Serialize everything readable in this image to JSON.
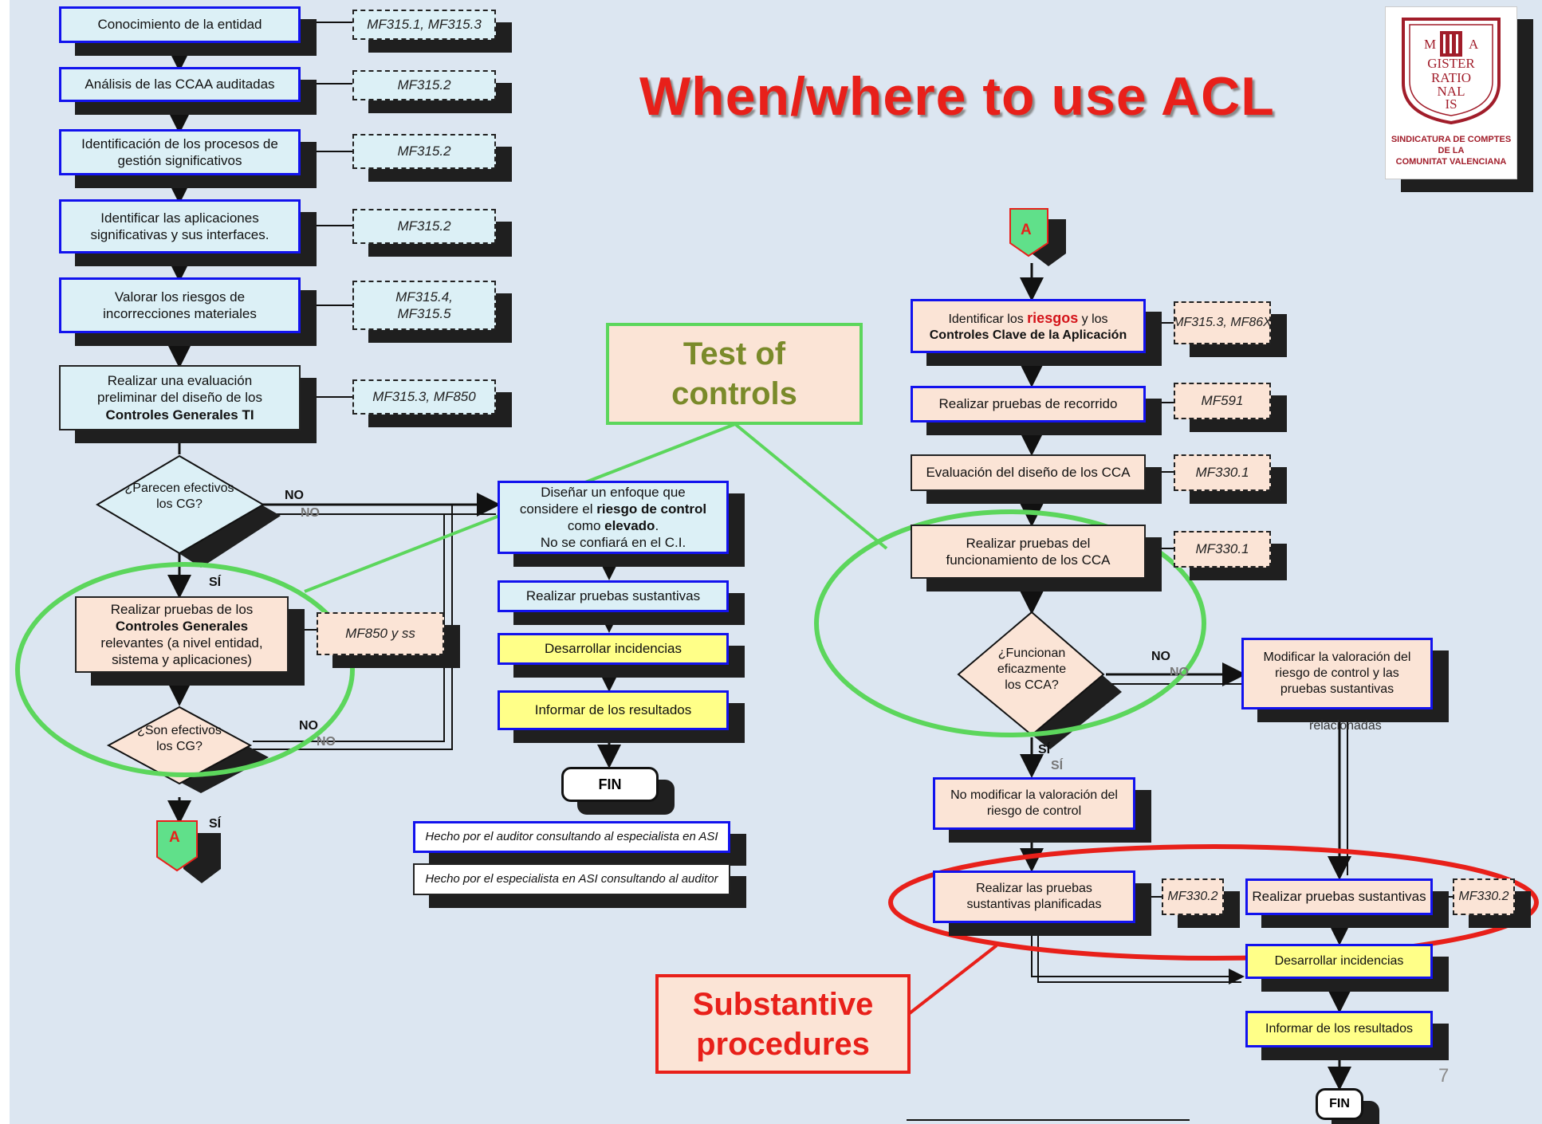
{
  "title": "When/where to use ACL",
  "logo": {
    "emblem_text": [
      "M",
      "A",
      "GISTER",
      "RATIO",
      "NAL",
      "IS"
    ],
    "caption_lines": [
      "SINDICATURA DE COMPTES",
      "DE LA",
      "COMUNITAT VALENCIANA"
    ]
  },
  "left_flow": {
    "steps": [
      "Conocimiento de la entidad",
      "Análisis de las CCAA auditadas",
      "Identificación de los procesos de gestión significativos",
      "Identificar las aplicaciones significativas y sus interfaces.",
      "Valorar los riesgos de incorrecciones materiales"
    ],
    "refs": [
      "MF315.1, MF315.3",
      "MF315.2",
      "MF315.2",
      "MF315.2",
      "MF315.4, MF315.5"
    ],
    "prelim_eval": {
      "line1": "Realizar una evaluación",
      "line2": "preliminar del diseño de los",
      "line3": "Controles Generales TI"
    },
    "prelim_ref": "MF315.3, MF850",
    "diamond1": "¿Parecen efectivos los CG?",
    "no": "NO",
    "si": "SÍ",
    "test_cg": {
      "line1": "Realizar pruebas de los",
      "line2": "Controles Generales",
      "line3": "relevantes  (a nivel entidad,",
      "line4": "sistema  y aplicaciones)"
    },
    "test_cg_ref": "MF850 y ss",
    "diamond2": "¿Son efectivos los CG?",
    "connector": "A"
  },
  "middle_flow": {
    "design": {
      "line1": "Diseñar un enfoque que",
      "line2a": "considere el ",
      "line2b": "riesgo de control",
      "line3a": "como ",
      "line3b": "elevado",
      "line3c": ".",
      "line4": "No se confiará en el C.I."
    },
    "substantive": "Realizar pruebas sustantivas",
    "incidences": "Desarrollar incidencias",
    "report": "Informar de los resultados",
    "end": "FIN",
    "legend_auditor": "Hecho por el auditor consultando al especialista en ASI",
    "legend_specialist": "Hecho por el especialista en ASI consultando al auditor"
  },
  "right_flow": {
    "connector": "A",
    "identify": {
      "line1a": "Identificar los ",
      "line1b": "riesgos",
      "line1c": " y los",
      "line2": "Controles Clave de la Aplicación"
    },
    "identify_ref": "MF315.3, MF86X",
    "walkthrough": "Realizar pruebas de recorrido",
    "walkthrough_ref": "MF591",
    "design_eval": "Evaluación del diseño de los CCA",
    "design_eval_ref": "MF330.1",
    "operating": "Realizar pruebas del funcionamiento de los CCA",
    "operating_ref": "MF330.1",
    "diamond": "¿Funcionan eficazmente los CCA?",
    "no": "NO",
    "si": "SÍ",
    "modify": "Modificar la valoración del riesgo de control y las pruebas sustantivas",
    "modify_cut": "relacionadas",
    "no_modify": "No modificar la valoración del riesgo de control",
    "planned": "Realizar las pruebas sustantivas planificadas",
    "planned_ref": "MF330.2",
    "substantive": "Realizar pruebas sustantivas",
    "substantive_ref": "MF330.2",
    "incidences": "Desarrollar incidencias",
    "report": "Informar de los resultados",
    "end": "FIN"
  },
  "callouts": {
    "test_of_controls": {
      "line1": "Test of",
      "line2": "controls"
    },
    "substantive_procedures": {
      "line1": "Substantive",
      "line2": "procedures"
    }
  },
  "page_number": "7",
  "colors": {
    "background": "#dce6f1",
    "box_border_blue": "#1212ee",
    "highlight_green": "#5cd65c",
    "highlight_red": "#e8201a",
    "title_red": "#e8201a",
    "callout_green_text": "#7a8a2a"
  }
}
